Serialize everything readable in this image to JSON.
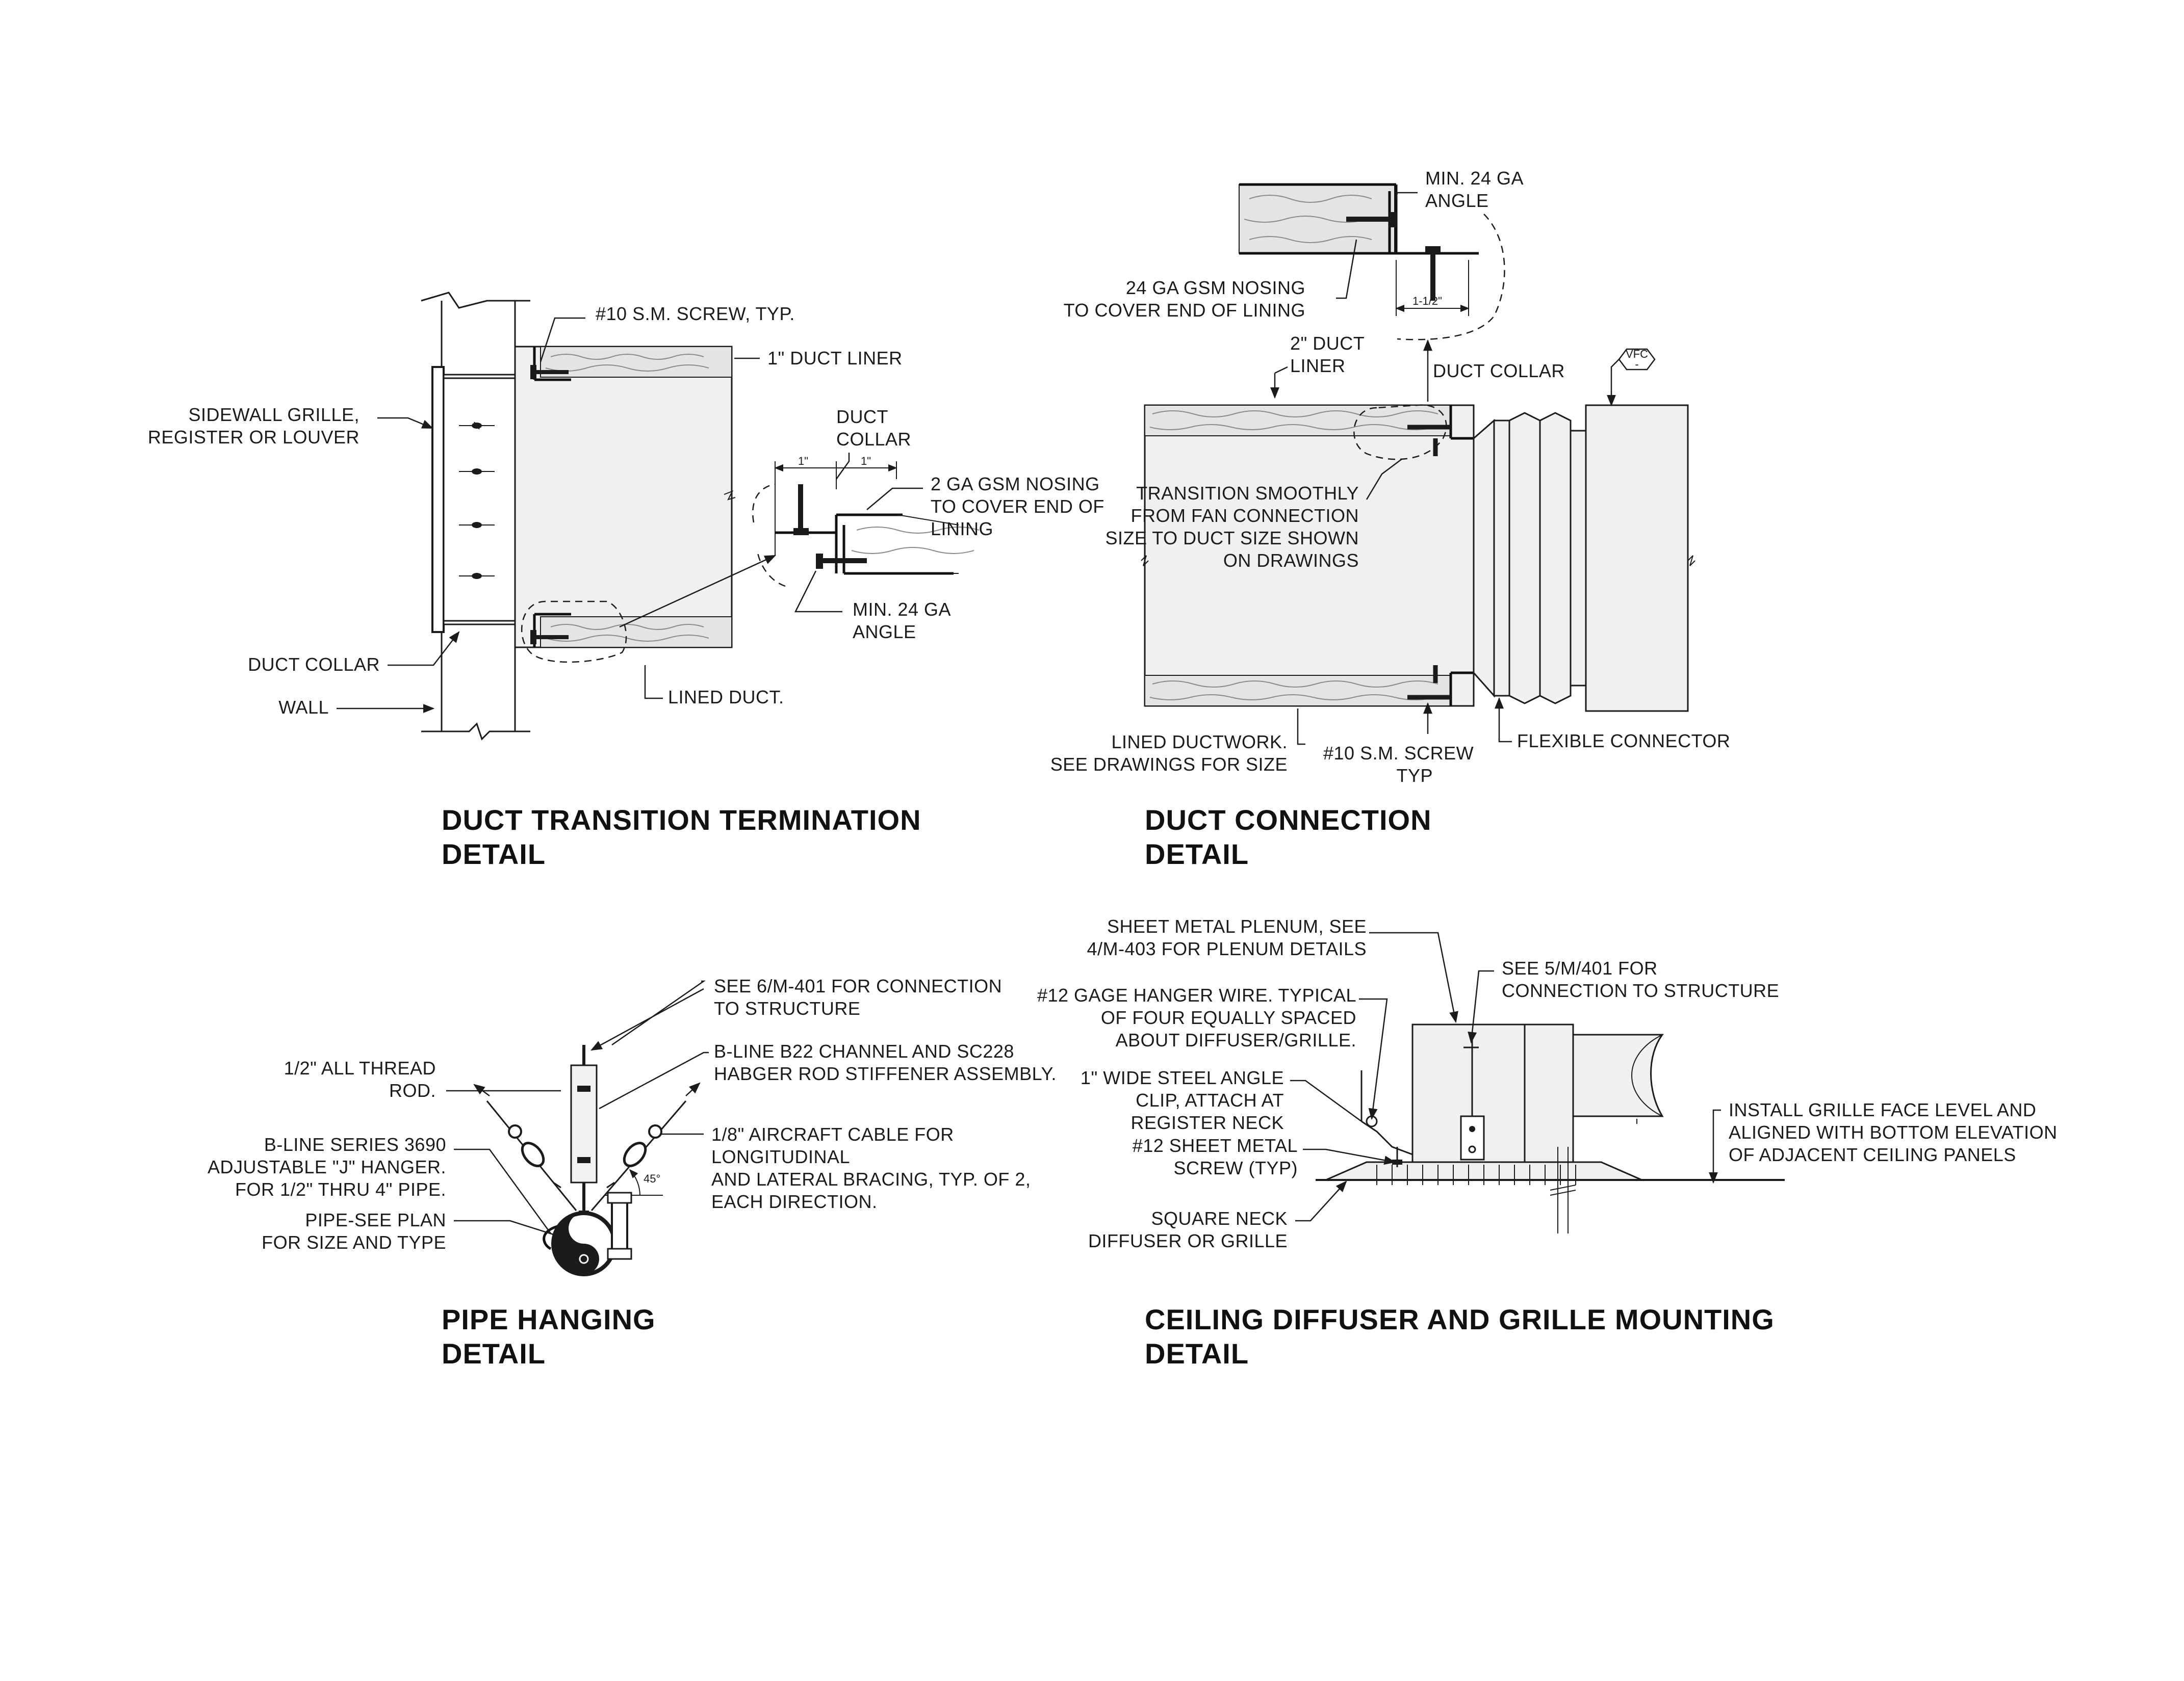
{
  "details": {
    "duct_transition": {
      "title_line1": "DUCT TRANSITION TERMINATION",
      "title_line2": "DETAIL",
      "screw": "#10 S.M. SCREW, TYP.",
      "liner": "1\" DUCT LINER",
      "grille_line1": "SIDEWALL GRILLE,",
      "grille_line2": "REGISTER OR LOUVER",
      "collar_callout_line1": "DUCT",
      "collar_callout_line2": "COLLAR",
      "nosing_line1": "2 GA GSM NOSING",
      "nosing_line2": "TO COVER END OF",
      "nosing_line3": "LINING",
      "angle_line1": "MIN. 24 GA",
      "angle_line2": "ANGLE",
      "dim_a": "1\"",
      "dim_b": "1\"",
      "duct_collar": "DUCT COLLAR",
      "wall": "WALL",
      "lined_duct": "LINED DUCT."
    },
    "duct_connection": {
      "title_line1": "DUCT CONNECTION",
      "title_line2": "DETAIL",
      "angle_line1": "MIN. 24 GA",
      "angle_line2": "ANGLE",
      "nosing_line1": "24 GA GSM NOSING",
      "nosing_line2": "TO COVER END OF LINING",
      "dim": "1-1/2\"",
      "liner_line1": "2\" DUCT",
      "liner_line2": "LINER",
      "duct_collar": "DUCT COLLAR",
      "vfc_tag": "VFC",
      "vfc_sub": "-",
      "transition_line1": "TRANSITION SMOOTHLY",
      "transition_line2": "FROM FAN CONNECTION",
      "transition_line3": "SIZE TO DUCT SIZE SHOWN",
      "transition_line4": "ON DRAWINGS",
      "lined_line1": "LINED DUCTWORK.",
      "lined_line2": "SEE DRAWINGS FOR SIZE",
      "screw_line1": "#10 S.M. SCREW",
      "screw_line2": "TYP",
      "flex": "FLEXIBLE CONNECTOR"
    },
    "pipe_hanging": {
      "title_line1": "PIPE HANGING",
      "title_line2": "DETAIL",
      "see_line1": "SEE 6/M-401 FOR CONNECTION",
      "see_line2": "TO STRUCTURE",
      "channel_line1": "B-LINE B22 CHANNEL AND SC228",
      "channel_line2": "HABGER ROD STIFFENER ASSEMBLY.",
      "rod_line1": "1/2\" ALL THREAD",
      "rod_line2": "ROD.",
      "cable_line1": "1/8\" AIRCRAFT CABLE FOR",
      "cable_line2": "LONGITUDINAL",
      "cable_line3": "AND LATERAL BRACING, TYP. OF 2,",
      "cable_line4": "EACH DIRECTION.",
      "hanger_line1": "B-LINE SERIES 3690",
      "hanger_line2": "ADJUSTABLE \"J\" HANGER.",
      "hanger_line3": "FOR 1/2\" THRU 4\" PIPE.",
      "angle": "45°",
      "pipe_line1": "PIPE-SEE PLAN",
      "pipe_line2": "FOR SIZE AND TYPE"
    },
    "ceiling_diffuser": {
      "title_line1": "CEILING DIFFUSER AND GRILLE MOUNTING",
      "title_line2": "DETAIL",
      "plenum_line1": "SHEET METAL PLENUM, SEE",
      "plenum_line2": "4/M-403 FOR PLENUM DETAILS",
      "see_line1": "SEE 5/M/401 FOR",
      "see_line2": "CONNECTION TO STRUCTURE",
      "wire_line1": "#12 GAGE HANGER WIRE. TYPICAL",
      "wire_line2": "OF FOUR EQUALLY SPACED",
      "wire_line3": "ABOUT DIFFUSER/GRILLE.",
      "clip_line1": "1\"  WIDE STEEL ANGLE",
      "clip_line2": "CLIP, ATTACH AT",
      "clip_line3": "REGISTER NECK",
      "screw_line1": "#12 SHEET METAL",
      "screw_line2": "SCREW (TYP)",
      "install_line1": "INSTALL GRILLE FACE LEVEL AND",
      "install_line2": "ALIGNED WITH BOTTOM ELEVATION",
      "install_line3": "OF ADJACENT CEILING PANELS",
      "neck_line1": "SQUARE NECK",
      "neck_line2": "DIFFUSER OR GRILLE"
    }
  }
}
